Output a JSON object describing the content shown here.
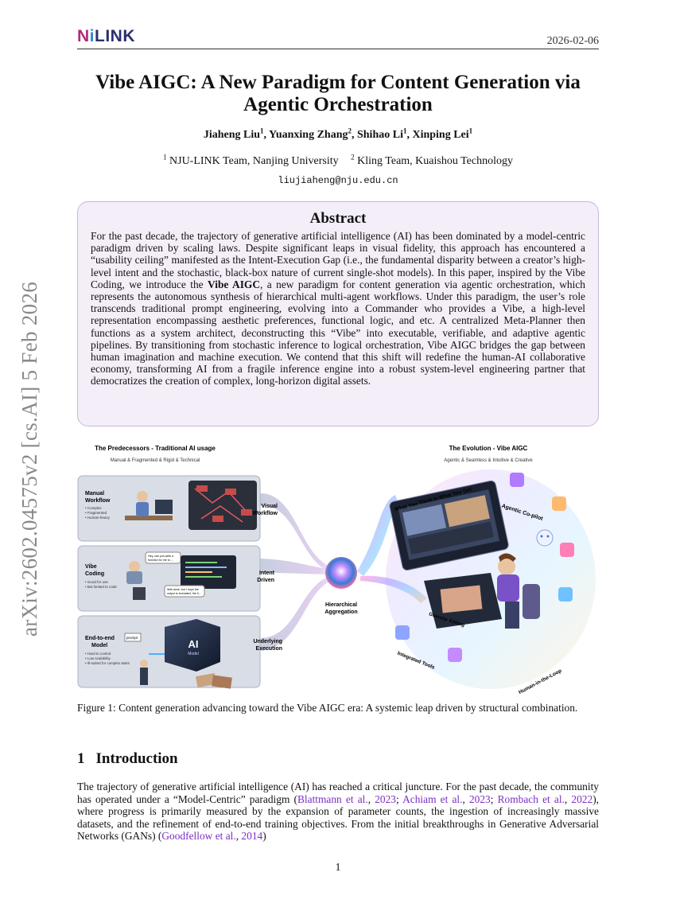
{
  "header": {
    "logo": {
      "part_n": "N",
      "part_i": "i",
      "part_rest": "LINK"
    },
    "date": "2026-02-06"
  },
  "sidebar_id": "arXiv:2602.04575v2  [cs.AI]  5 Feb 2026",
  "paper": {
    "title": "Vibe AIGC: A New Paradigm for Content Generation via Agentic Orchestration",
    "authors": [
      {
        "name": "Jiaheng Liu",
        "sup": "1"
      },
      {
        "name": "Yuanxing Zhang",
        "sup": "2"
      },
      {
        "name": "Shihao Li",
        "sup": "1"
      },
      {
        "name": "Xinping Lei",
        "sup": "1"
      }
    ],
    "affiliations": [
      {
        "sup": "1",
        "text": "NJU-LINK Team, Nanjing University"
      },
      {
        "sup": "2",
        "text": "Kling Team, Kuaishou Technology"
      }
    ],
    "email": "liujiaheng@nju.edu.cn"
  },
  "abstract": {
    "heading": "Abstract",
    "part1": "For the past decade, the trajectory of generative artificial intelligence (AI) has been dominated by a model-centric paradigm driven by scaling laws. Despite significant leaps in visual fidelity, this approach has encountered a “usability ceiling” manifested as the Intent-Execution Gap (i.e., the fundamental disparity between a creator’s high-level intent and the stochastic, black-box nature of current single-shot models). In this paper, inspired by the Vibe Coding, we introduce the ",
    "bold": "Vibe AIGC",
    "part2": ", a new paradigm for content generation via agentic orchestration, which represents the autonomous synthesis of hierarchical multi-agent workflows. Under this paradigm, the user’s role transcends traditional prompt engineering, evolving into a Commander who provides a Vibe, a high-level representation encompassing aesthetic preferences, functional logic, and etc. A centralized Meta-Planner then functions as a system architect, deconstructing this “Vibe” into executable, verifiable, and adaptive agentic pipelines. By transitioning from stochastic inference to logical orchestration, Vibe AIGC bridges the gap between human imagination and machine execution. We contend that this shift will redefine the human-AI collaborative economy, transforming AI from a fragile inference engine into a robust system-level engineering partner that democratizes the creation of complex, long-horizon digital assets."
  },
  "figure": {
    "left_title": "The Predecessors - Traditional AI usage",
    "left_subtitle": "Manual & Fragmented & Rigid & Technical",
    "right_title": "The Evolution - Vibe AIGC",
    "right_subtitle": "Agentic & Seamless & Intuitive & Creative",
    "panels": [
      {
        "title": [
          "Manual",
          "Workflow"
        ],
        "bullets": [
          "Complex",
          "Fragmented",
          "Human-heavy"
        ],
        "flow": [
          "Visual",
          "Workflow"
        ]
      },
      {
        "title": [
          "Vibe",
          "Coding"
        ],
        "bullets": [
          "Good for use",
          "But limited to code"
        ],
        "flow": [
          "Intent",
          "Driven"
        ]
      },
      {
        "title": [
          "End-to-end",
          "Model"
        ],
        "bullets": [
          "Hard to control",
          "Low scalability",
          "Ill-suited for complex tasks"
        ],
        "flow": [
          "Underlying",
          "Execution"
        ]
      }
    ],
    "center_label": [
      "Hierarchical",
      "Aggregation"
    ],
    "ai_label": [
      "AI",
      "Model"
    ],
    "prompt_label": "prompt",
    "speech1": [
      "Hey, can you write a",
      "function for me to ..."
    ],
    "speech2": [
      "Well done, but I hope the",
      "output is formatted, the ti..."
    ],
    "right_labels": {
      "wysiwyg": "What You Think Is What You Get",
      "copilot": "Agentic Co-pilot",
      "granular": "Granular Editing",
      "tools": "Integrated Tools",
      "hitl": "Human-in-the-Loop"
    }
  },
  "caption": "Figure 1: Content generation advancing toward the Vibe AIGC era: A systemic leap driven by structural combination.",
  "section": {
    "number": "1",
    "title": "Introduction"
  },
  "intro": {
    "t1": "The trajectory of generative artificial intelligence (AI) has reached a critical juncture. For the past decade, the community has operated under a “Model-Centric” paradigm (",
    "c1": "Blattmann et al.",
    "s1": ", ",
    "c1y": "2023",
    "s2": "; ",
    "c2": "Achiam et al.",
    "s3": ", ",
    "c2y": "2023",
    "s4": "; ",
    "c3": "Rombach et al.",
    "s5": ", ",
    "c3y": "2022",
    "t2": "), where progress is primarily measured by the expansion of parameter counts, the ingestion of increasingly massive datasets, and the refinement of end-to-end training objectives. From the initial breakthroughs in Generative Adversarial Networks (GANs) (",
    "c4": "Goodfellow et al.",
    "s6": ", ",
    "c4y": "2014",
    "t3": ")"
  },
  "page_number": "1"
}
